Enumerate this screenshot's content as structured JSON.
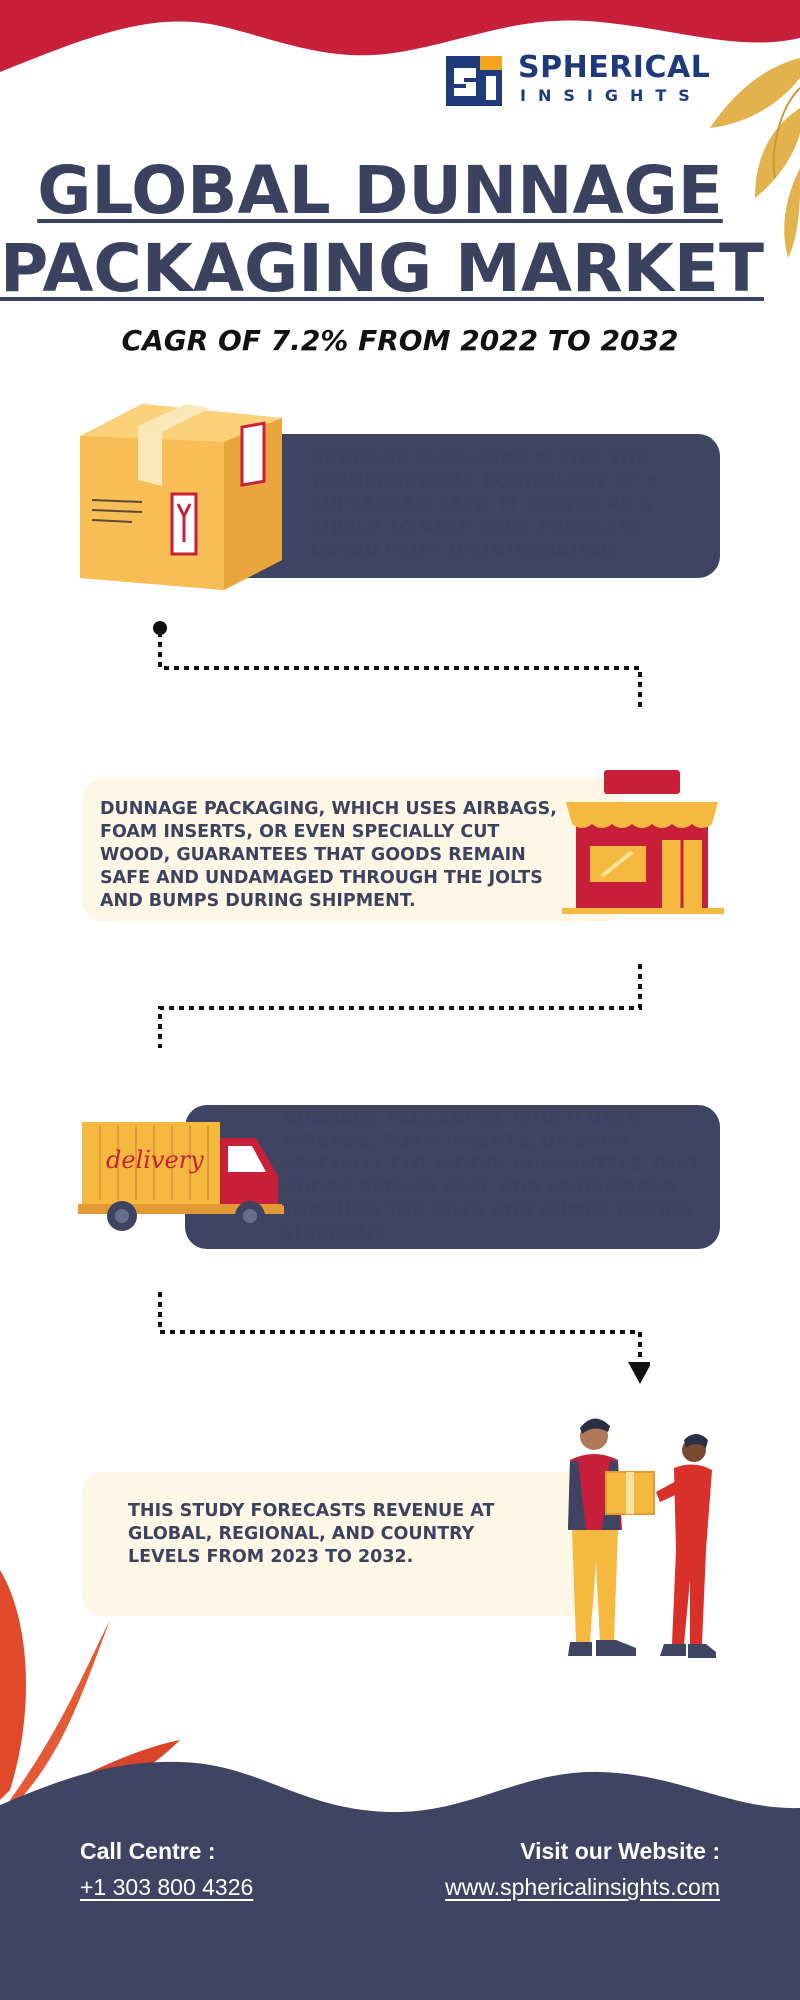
{
  "header": {
    "logo_line1": "SPHERICAL",
    "logo_line2": "INSIGHTS",
    "title_line1": "GLOBAL DUNNAGE",
    "title_line2": "PACKAGING MARKET",
    "subtitle": "CAGR OF 7.2% FROM 2022 TO 2032"
  },
  "steps": [
    {
      "text": "DUNNAGE PACKAGING IS LIKE THE TRANSPORTABLE EQUIVALENT OF A SUPERHERO CAPE. IT SERVES AS A SHIELD TO KEEP YOUR PRICELESS CARGO FROM DISINTEGRATING",
      "icon": "cardboard-box-icon"
    },
    {
      "text": "DUNNAGE PACKAGING, WHICH USES AIRBAGS, FOAM INSERTS, OR EVEN SPECIALLY CUT WOOD, GUARANTEES THAT GOODS REMAIN SAFE AND UNDAMAGED THROUGH THE JOLTS AND BUMPS DURING SHIPMENT.",
      "icon": "store-icon"
    },
    {
      "text": "DUNNAGE PACKAGING, WHICH USES AIRBAGS, FOAM INSERTS, OR EVEN SPECIALLY CUT WOOD, GUARANTEES THAT GOODS REMAIN SAFE AND UNDAMAGED THROUGH THE JOLTS AND BUMPS DURING SHIPMENT.",
      "icon": "delivery-truck-icon",
      "truck_label": "delivery"
    },
    {
      "text": "THIS STUDY FORECASTS REVENUE AT GLOBAL, REGIONAL, AND COUNTRY LEVELS FROM 2023 TO 2032.",
      "icon": "package-handover-icon"
    }
  ],
  "footer": {
    "call_label": "Call Centre :",
    "call_value": "+1 303 800 4326",
    "web_label": "Visit our Website :",
    "web_value": "www.sphericalinsights.com"
  },
  "colors": {
    "navy": "#3e4461",
    "cream": "#fff7e6",
    "red": "#c8203a",
    "gold": "#f5b940",
    "brand_blue": "#1f3a7a"
  }
}
